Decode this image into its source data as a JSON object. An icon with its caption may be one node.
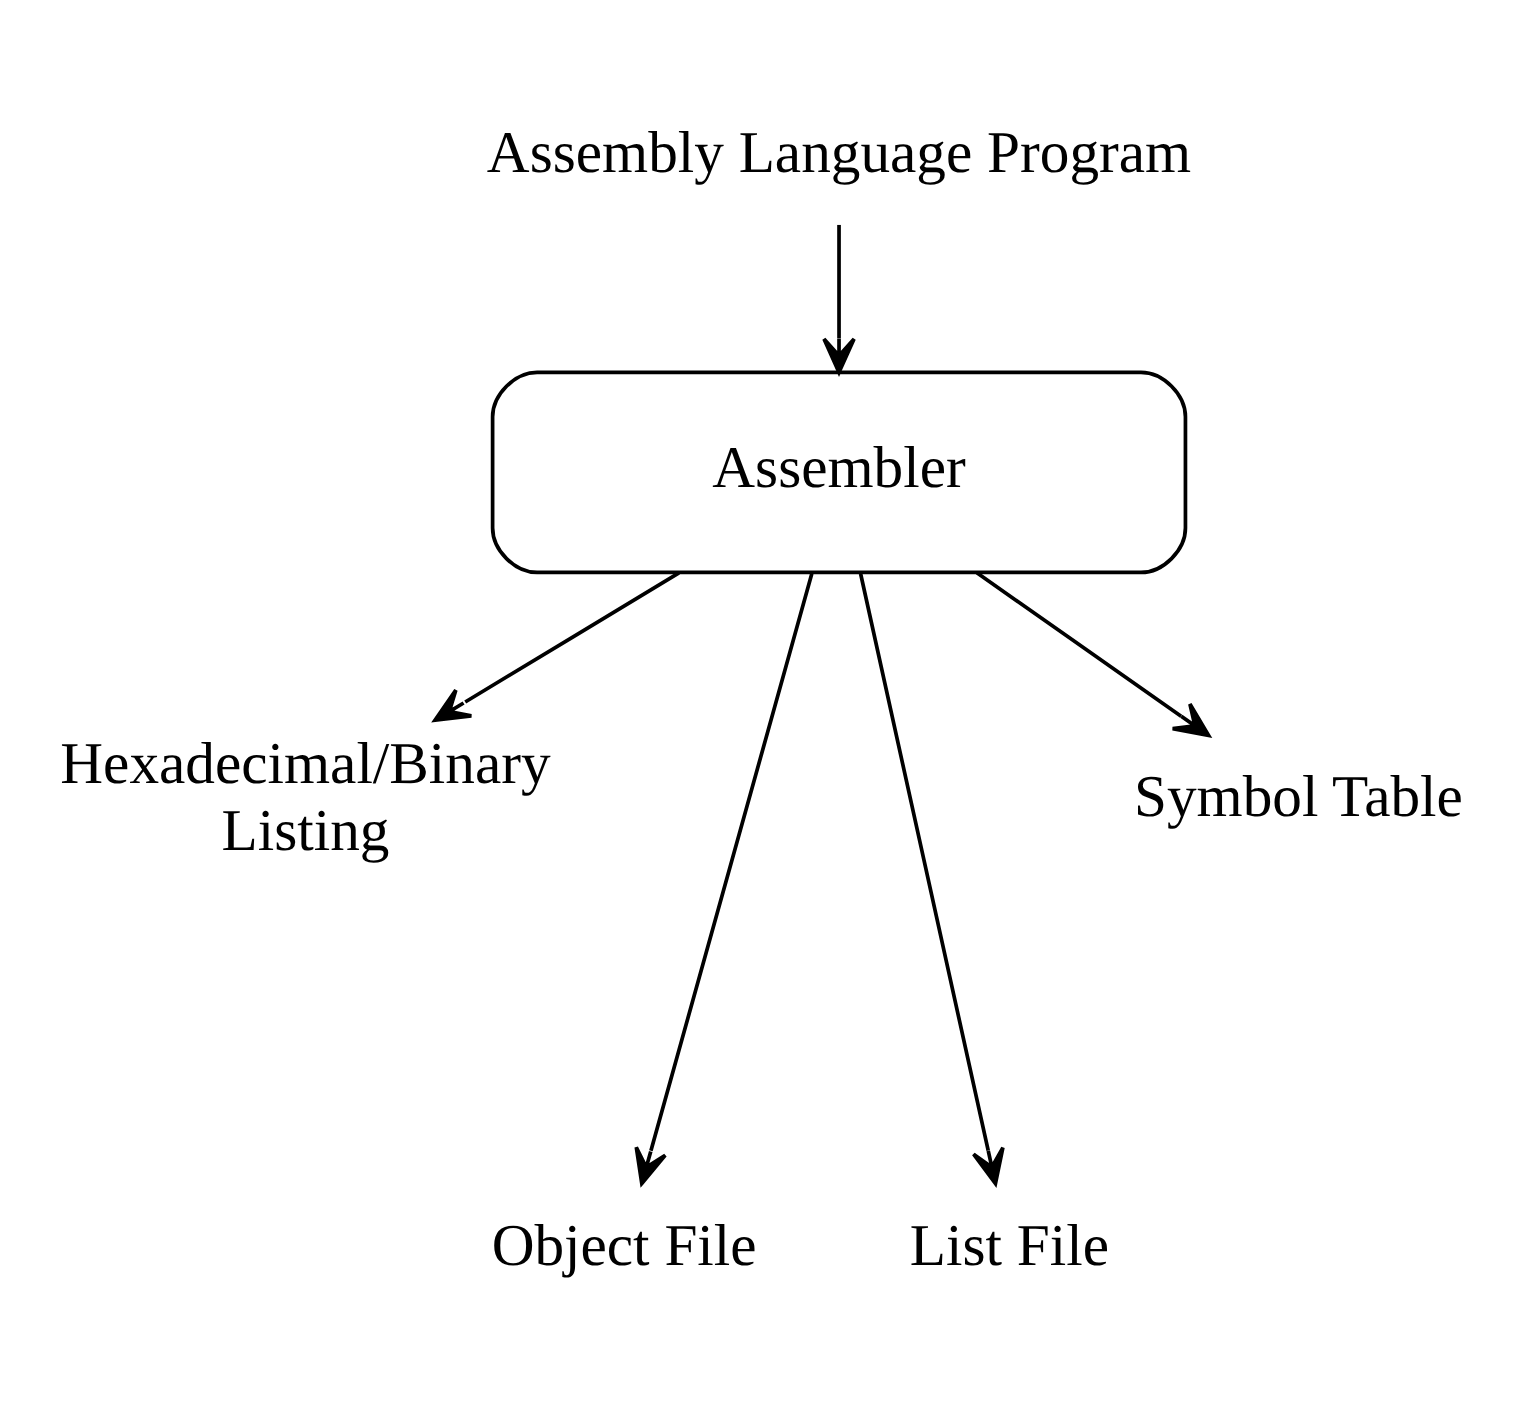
{
  "diagram": {
    "nodes": [
      {
        "text": [
          "Assembly Language Program"
        ]
      },
      {
        "text": [
          "Assembler"
        ]
      },
      {
        "text": [
          "Hexadecimal/Binary Listing"
        ]
      },
      {
        "text": [
          "Object File"
        ]
      },
      {
        "text": [
          "List File"
        ]
      },
      {
        "text": [
          "Symbol Table"
        ]
      }
    ],
    "edges": [
      {
        "from": 0,
        "to": 1,
        "arrow": "to"
      },
      {
        "from": 1,
        "to": 2,
        "arrow": "to"
      },
      {
        "from": 1,
        "to": 3,
        "arrow": "to"
      },
      {
        "from": 1,
        "to": 4,
        "arrow": "to"
      },
      {
        "from": 1,
        "to": 5,
        "arrow": "to"
      }
    ]
  }
}
